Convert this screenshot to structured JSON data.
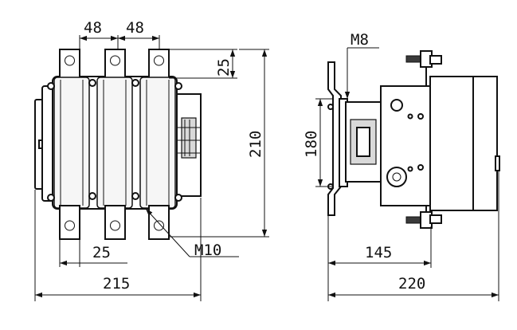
{
  "front_view": {
    "dims": {
      "terminal_pitch_left": "48",
      "terminal_pitch_right": "48",
      "terminal_length": "25",
      "overall_height": "210",
      "lower_terminal": "25",
      "bolt_size": "M10",
      "overall_width": "215"
    }
  },
  "side_view": {
    "dims": {
      "mount_bolt": "M8",
      "rail_height": "180",
      "depth_to_mount": "145",
      "overall_depth": "220"
    }
  }
}
